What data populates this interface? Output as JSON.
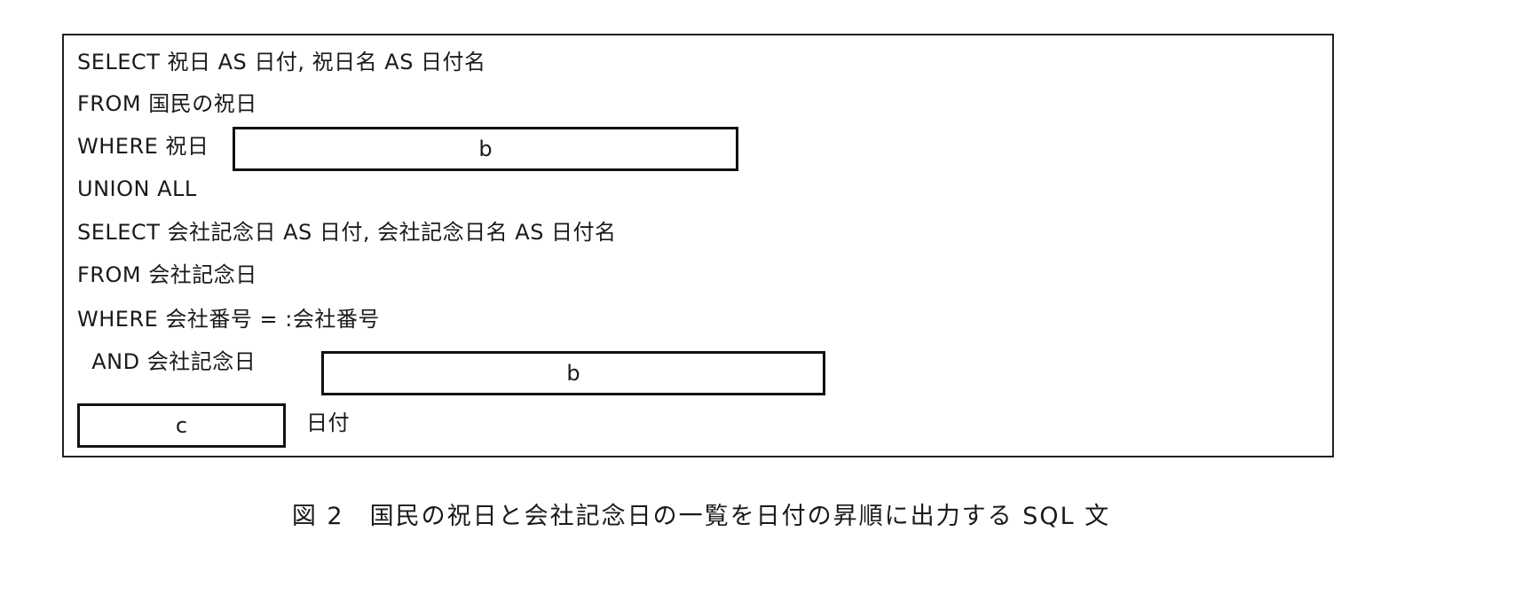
{
  "code_lines": [
    "SELECT 祝日 AS 日付, 祝日名 AS 日付名",
    "FROM 国民の祝日",
    "WHERE 祝日",
    "UNION ALL",
    "SELECT 会社記念日 AS 日付, 会社記念日名 AS 日付名",
    "FROM 会社記念日",
    "WHERE 会社番号 = :会社番号",
    "  AND 会社記念日",
    "日付"
  ],
  "blanks": {
    "b1": "b",
    "b2": "b",
    "c": "c"
  },
  "caption": "図 2　国民の祝日と会社記念日の一覧を日付の昇順に出力する SQL 文"
}
